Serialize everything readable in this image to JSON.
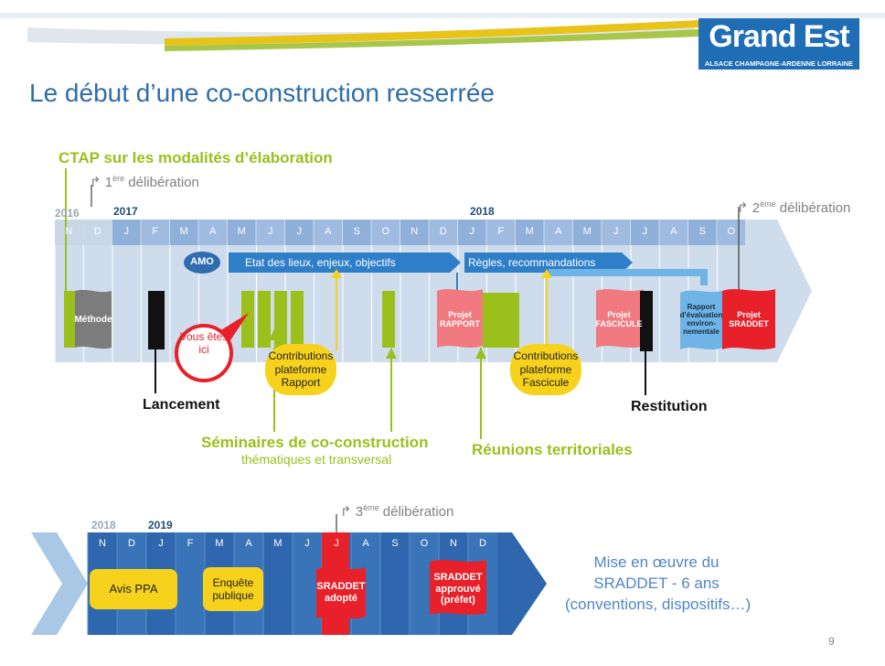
{
  "slide": {
    "title": "Le début d’une co-construction resserrée",
    "page_number": "9"
  },
  "logo": {
    "name": "Grand Est",
    "tagline": "ALSACE CHAMPAGNE-ARDENNE LORRAINE",
    "color": "#1f6db5"
  },
  "timeline1": {
    "ctap_label": "CTAP sur les modalités d’élaboration",
    "delib1": {
      "pre": "1",
      "sup": "ère",
      "post": " délibération"
    },
    "delib2": {
      "pre": "2",
      "sup": "ème",
      "post": " délibération"
    },
    "years": [
      "2016",
      "2017",
      "2018"
    ],
    "months": [
      "N",
      "D",
      "J",
      "F",
      "M",
      "A",
      "M",
      "J",
      "J",
      "A",
      "S",
      "O",
      "N",
      "D",
      "J",
      "F",
      "M",
      "A",
      "M",
      "J",
      "J",
      "A",
      "S",
      "O"
    ],
    "amo": "AMO",
    "phase1": "Etat des lieux, enjeux, objectifs",
    "phase2": "Règles, recommandations",
    "methode": "Méthode",
    "vous_etes_ici": "Vous êtes ici",
    "contrib_rapport": "Contributions plateforme Rapport",
    "contrib_fascicule": "Contributions plateforme Fascicule",
    "projet_rapport": "Projet RAPPORT",
    "projet_fascicule": "Projet FASCICULE",
    "rapport_eval": "Rapport d’évaluation environ-nementale",
    "projet_sraddet": "Projet SRADDET",
    "lancement": "Lancement",
    "restitution": "Restitution",
    "seminaires": "Séminaires de co-construction",
    "seminaires_sub": "thématiques et transversal",
    "reunions": "Réunions territoriales"
  },
  "timeline2": {
    "years": [
      "2018",
      "2019"
    ],
    "months": [
      "N",
      "D",
      "J",
      "F",
      "M",
      "A",
      "M",
      "J",
      "J",
      "A",
      "S",
      "O",
      "N",
      "D"
    ],
    "delib3": {
      "pre": "3",
      "sup": "ème",
      "post": " délibération"
    },
    "avis_ppa": "Avis PPA",
    "enquete": "Enquête publique",
    "sraddet_adopte": "SRADDET adopté",
    "sraddet_approuve": "SRADDET approuvé (préfet)",
    "mise_en_oeuvre_1": "Mise en œuvre du",
    "mise_en_oeuvre_2": "SRADDET - 6 ans",
    "mise_en_oeuvre_3": "(conventions, dispositifs…)"
  },
  "colors": {
    "green": "#9bbf1b",
    "blue_dark": "#2e6db5",
    "red": "#e8202a",
    "pink": "#f07a80",
    "yellow": "#f7d21d"
  }
}
